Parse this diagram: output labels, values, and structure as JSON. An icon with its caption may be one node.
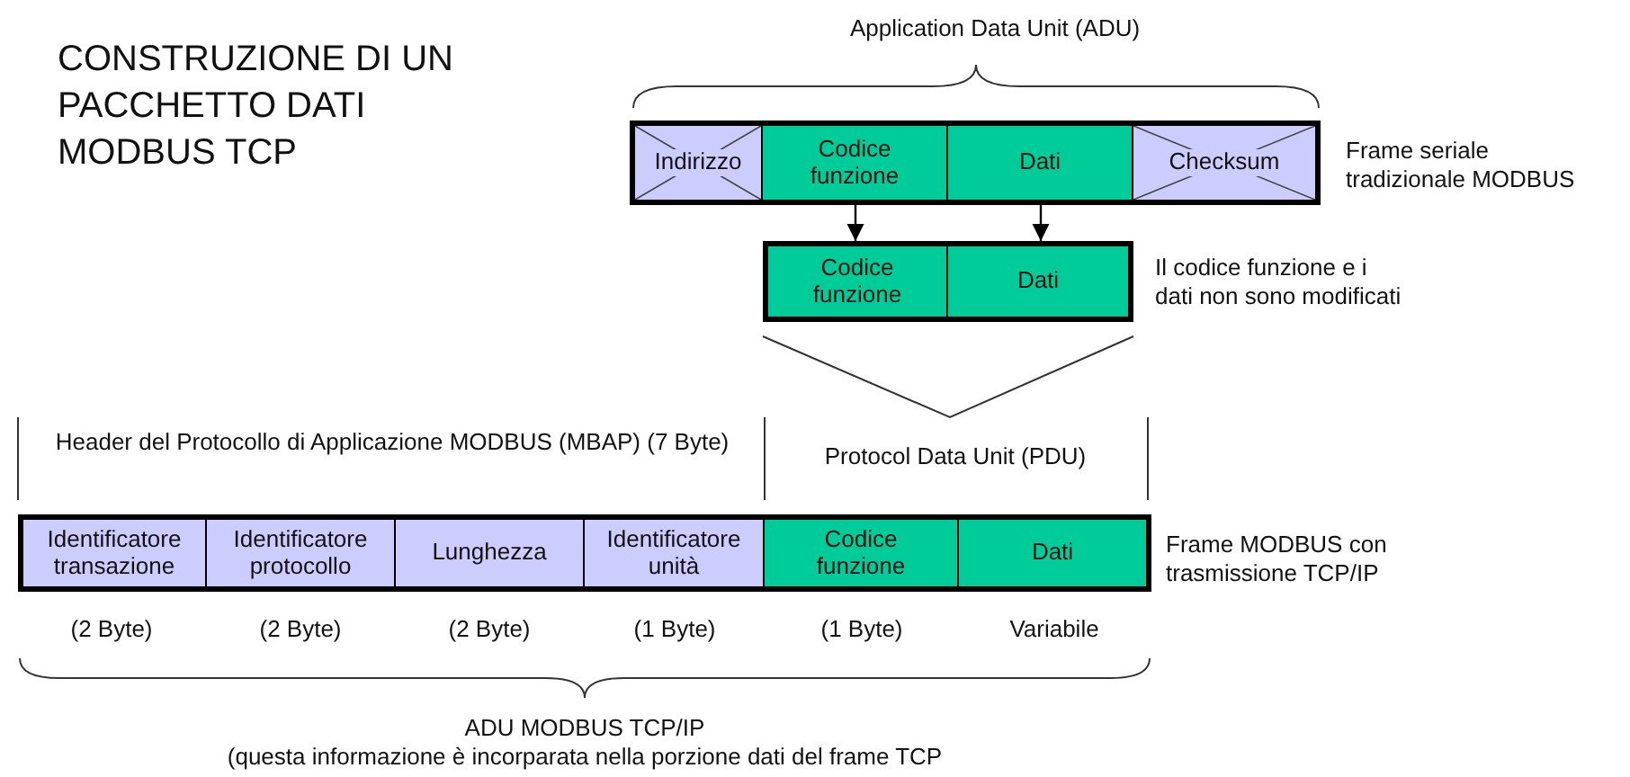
{
  "diagram": {
    "title": "CONSTRUZIONE DI UN PACCHETTO DATI MODBUS TCP",
    "nodes": [
      {
        "text": [],
        "shape": "box",
        "beside": [
          "Frame seriale tradizionale MODBUS"
        ]
      },
      {
        "text": [
          "Indirizzo"
        ],
        "in": 0
      },
      {
        "text": [
          "Codice funzione"
        ],
        "in": 0
      },
      {
        "text": [
          "Dati"
        ],
        "in": 0
      },
      {
        "text": [
          "Checksum"
        ],
        "in": 0
      },
      {
        "text": [],
        "shape": "box",
        "beside": [
          "Il codice funzione e i dati non sono modificati"
        ]
      },
      {
        "text": [
          "Codice funzione"
        ],
        "in": 5
      },
      {
        "text": [
          "Dati"
        ],
        "in": 5
      },
      {
        "text": [],
        "shape": "box",
        "beside": [
          "Frame MODBUS con trasmissione TCP/IP"
        ]
      },
      {
        "text": [
          "Identificatore transazione"
        ],
        "in": 8
      },
      {
        "text": [
          "Identificatore protocollo"
        ],
        "in": 8
      },
      {
        "text": [
          "Lunghezza"
        ],
        "in": 8
      },
      {
        "text": [
          "Identificatore unità"
        ],
        "in": 8
      },
      {
        "text": [
          "Codice funzione"
        ],
        "in": 8
      },
      {
        "text": [
          "Dati"
        ],
        "in": 8
      }
    ],
    "edges": [
      {
        "from": 2,
        "to": 6,
        "arrow": "to"
      },
      {
        "from": 3,
        "to": 7,
        "arrow": "to"
      }
    ],
    "labels": [
      "Application Data Unit (ADU)",
      "Header del Protocollo di Applicazione MODBUS (MBAP) (7 Byte)",
      "Protocol Data Unit (PDU)",
      "(2 Byte)",
      "(2 Byte)",
      "(2 Byte)",
      "(1 Byte)",
      "(1 Byte)",
      "Variabile",
      "ADU MODBUS TCP/IP",
      "(questa informazione è incorparata nella porzione dati del frame TCP"
    ]
  }
}
